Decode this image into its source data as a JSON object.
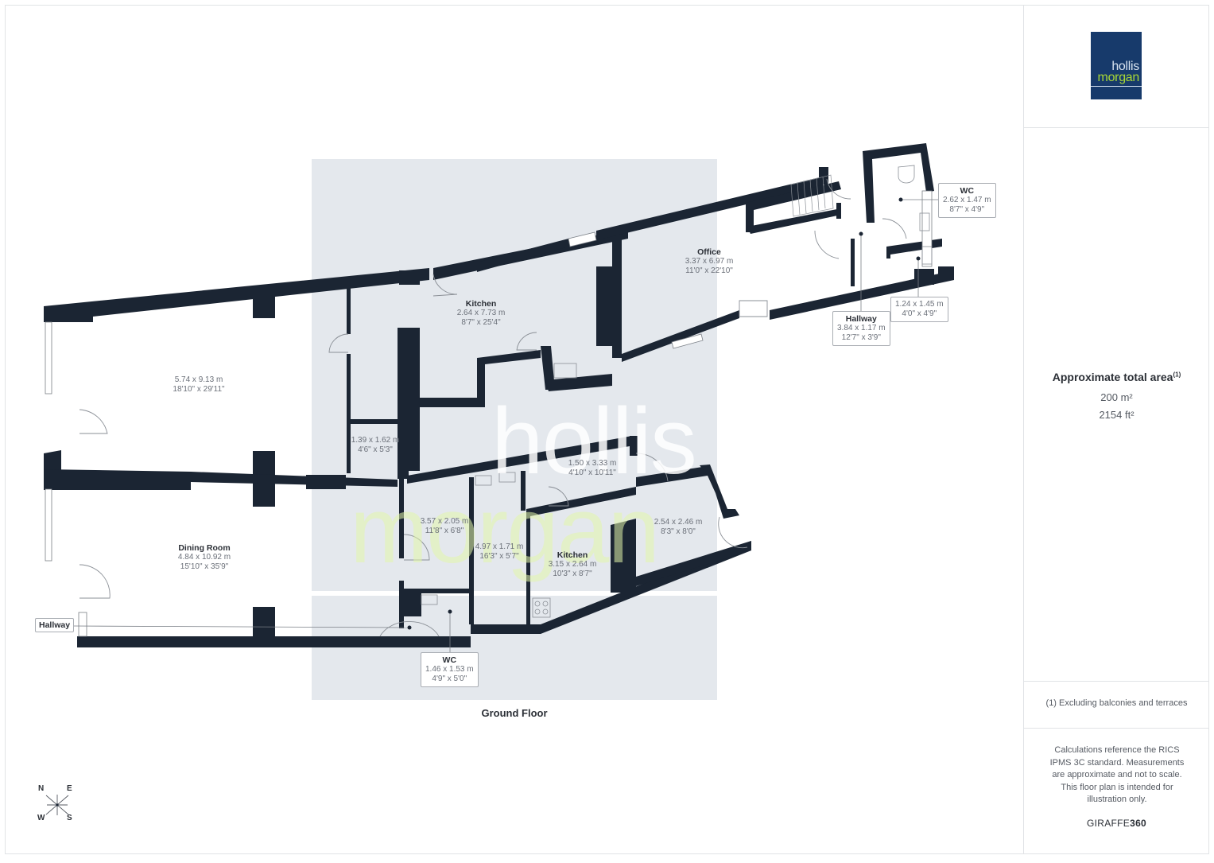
{
  "floor_title": "Ground Floor",
  "brand_logo": {
    "line1": "hollis",
    "line2": "morgan",
    "bg_color": "#173a6b",
    "accent_color": "#a7d636"
  },
  "watermark": {
    "line1": "hollis",
    "line2": "morgan"
  },
  "area": {
    "title": "Approximate total area",
    "footnote_marker": "(1)",
    "sqm": "200 m²",
    "sqft": "2154 ft²"
  },
  "footnote": "(1) Excluding balconies and terraces",
  "disclaimer": "Calculations reference the RICS IPMS 3C standard. Measurements are approximate and not to scale. This floor plan is intended for illustration only.",
  "credit": {
    "prefix": "GIRAFFE",
    "suffix": "360"
  },
  "compass": {
    "n": "N",
    "e": "E",
    "w": "W",
    "s": "S"
  },
  "rooms": [
    {
      "id": "front-room",
      "name": "",
      "metric": "5.74 x 9.13 m",
      "imperial": "18'10\" x 29'11\""
    },
    {
      "id": "kitchen-main",
      "name": "Kitchen",
      "metric": "2.64 x 7.73 m",
      "imperial": "8'7\" x 25'4\""
    },
    {
      "id": "office",
      "name": "Office",
      "metric": "3.37 x 6.97 m",
      "imperial": "11'0\" x 22'10\""
    },
    {
      "id": "wc-upper",
      "name": "WC",
      "metric": "2.62 x 1.47 m",
      "imperial": "8'7\" x 4'9\""
    },
    {
      "id": "store-upper",
      "name": "",
      "metric": "1.24 x 1.45 m",
      "imperial": "4'0\" x 4'9\""
    },
    {
      "id": "hallway-rear",
      "name": "Hallway",
      "metric": "3.84 x 1.17 m",
      "imperial": "12'7\" x 3'9\""
    },
    {
      "id": "store-small",
      "name": "",
      "metric": "1.39 x 1.62 m",
      "imperial": "4'6\" x 5'3\""
    },
    {
      "id": "room-a",
      "name": "",
      "metric": "3.57 x 2.05 m",
      "imperial": "11'8\" x 6'8\""
    },
    {
      "id": "room-b",
      "name": "",
      "metric": "4.97 x 1.71 m",
      "imperial": "16'3\" x 5'7\""
    },
    {
      "id": "room-c",
      "name": "",
      "metric": "1.50 x 3.33 m",
      "imperial": "4'10\" x 10'11\""
    },
    {
      "id": "kitchen-rear",
      "name": "Kitchen",
      "metric": "3.15 x 2.64 m",
      "imperial": "10'3\" x 8'7\""
    },
    {
      "id": "room-d",
      "name": "",
      "metric": "2.54 x 2.46 m",
      "imperial": "8'3\" x 8'0\""
    },
    {
      "id": "dining-room",
      "name": "Dining Room",
      "metric": "4.84 x 10.92 m",
      "imperial": "15'10\" x 35'9\""
    },
    {
      "id": "wc-lower",
      "name": "WC",
      "metric": "1.46 x 1.53 m",
      "imperial": "4'9\" x 5'0\""
    }
  ],
  "hallway_front_label": "Hallway",
  "colors": {
    "wall": "#1b2533",
    "shade": "#e4e8ed",
    "border": "#e1e3e6"
  }
}
